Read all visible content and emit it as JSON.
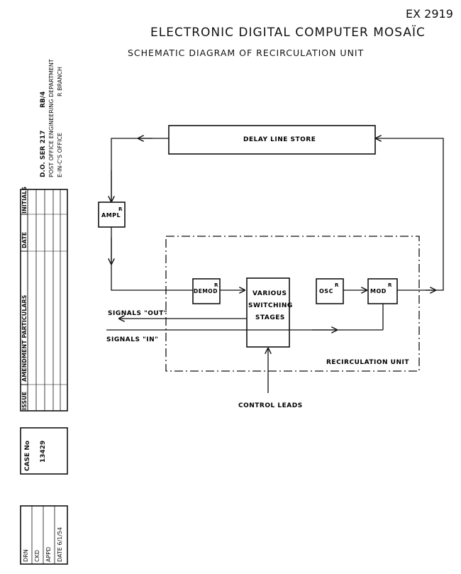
{
  "header": {
    "ex_number": "EX 2919",
    "title": "ELECTRONIC DIGITAL COMPUTER MOSAÏC",
    "subtitle": "SCHEMATIC DIAGRAM OF RECIRCULATION UNIT"
  },
  "title_block": {
    "drawing_ref": "D.O. SER 217",
    "sheet_ref": "RB/4",
    "department": "POST OFFICE ENGINEERING DEPARTMENT",
    "office": "E-IN-C'S OFFICE",
    "branch": "R BRANCH"
  },
  "amendment_table": {
    "columns": [
      "ISSUE",
      "AMENDMENT PARTICULARS",
      "DATE",
      "INITIALS"
    ]
  },
  "case": {
    "label": "CASE No",
    "number": "13429"
  },
  "signoff": {
    "drawn": "DRN",
    "checked": "CKD",
    "approved": "APPD",
    "date": "DATE 6/1/54"
  },
  "diagram": {
    "delay_line": "DELAY LINE STORE",
    "ampl": "AMPL",
    "ampl_sup": "R",
    "demod": "DEMOD",
    "demod_sup": "R",
    "switching": [
      "VARIOUS",
      "SWITCHING",
      "STAGES"
    ],
    "osc": "OSC",
    "osc_sup": "R",
    "mod": "MOD",
    "mod_sup": "R",
    "signals_out": "SIGNALS \"OUT\"",
    "signals_in": "SIGNALS \"IN\"",
    "recirculation_unit": "RECIRCULATION UNIT",
    "control_leads": "CONTROL LEADS"
  }
}
